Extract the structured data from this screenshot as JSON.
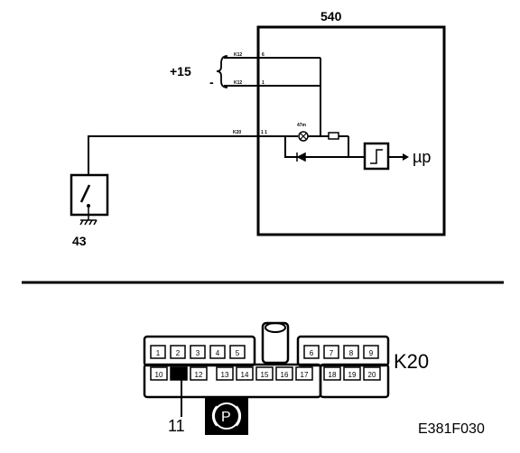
{
  "upper": {
    "module_label": "540",
    "supply_label": "+15",
    "supply_minus": "-",
    "terminal_k12_a": "K12",
    "terminal_k12_b": "K12",
    "terminal_k20": "K20",
    "pin_6": "6",
    "pin_1": "1",
    "pin_11": "1 1",
    "resistor_label": "47m",
    "output_label": "µp",
    "switch_label": "43"
  },
  "connector": {
    "name": "K20",
    "pins_top": [
      "1",
      "2",
      "3",
      "4",
      "5",
      "6",
      "7",
      "8",
      "9"
    ],
    "pins_bottom": [
      "10",
      "",
      "12",
      "13",
      "14",
      "15",
      "16",
      "17",
      "18",
      "19",
      "20"
    ],
    "highlight_label": "11",
    "parking_symbol": "P"
  },
  "figure_ref": "E381F030"
}
